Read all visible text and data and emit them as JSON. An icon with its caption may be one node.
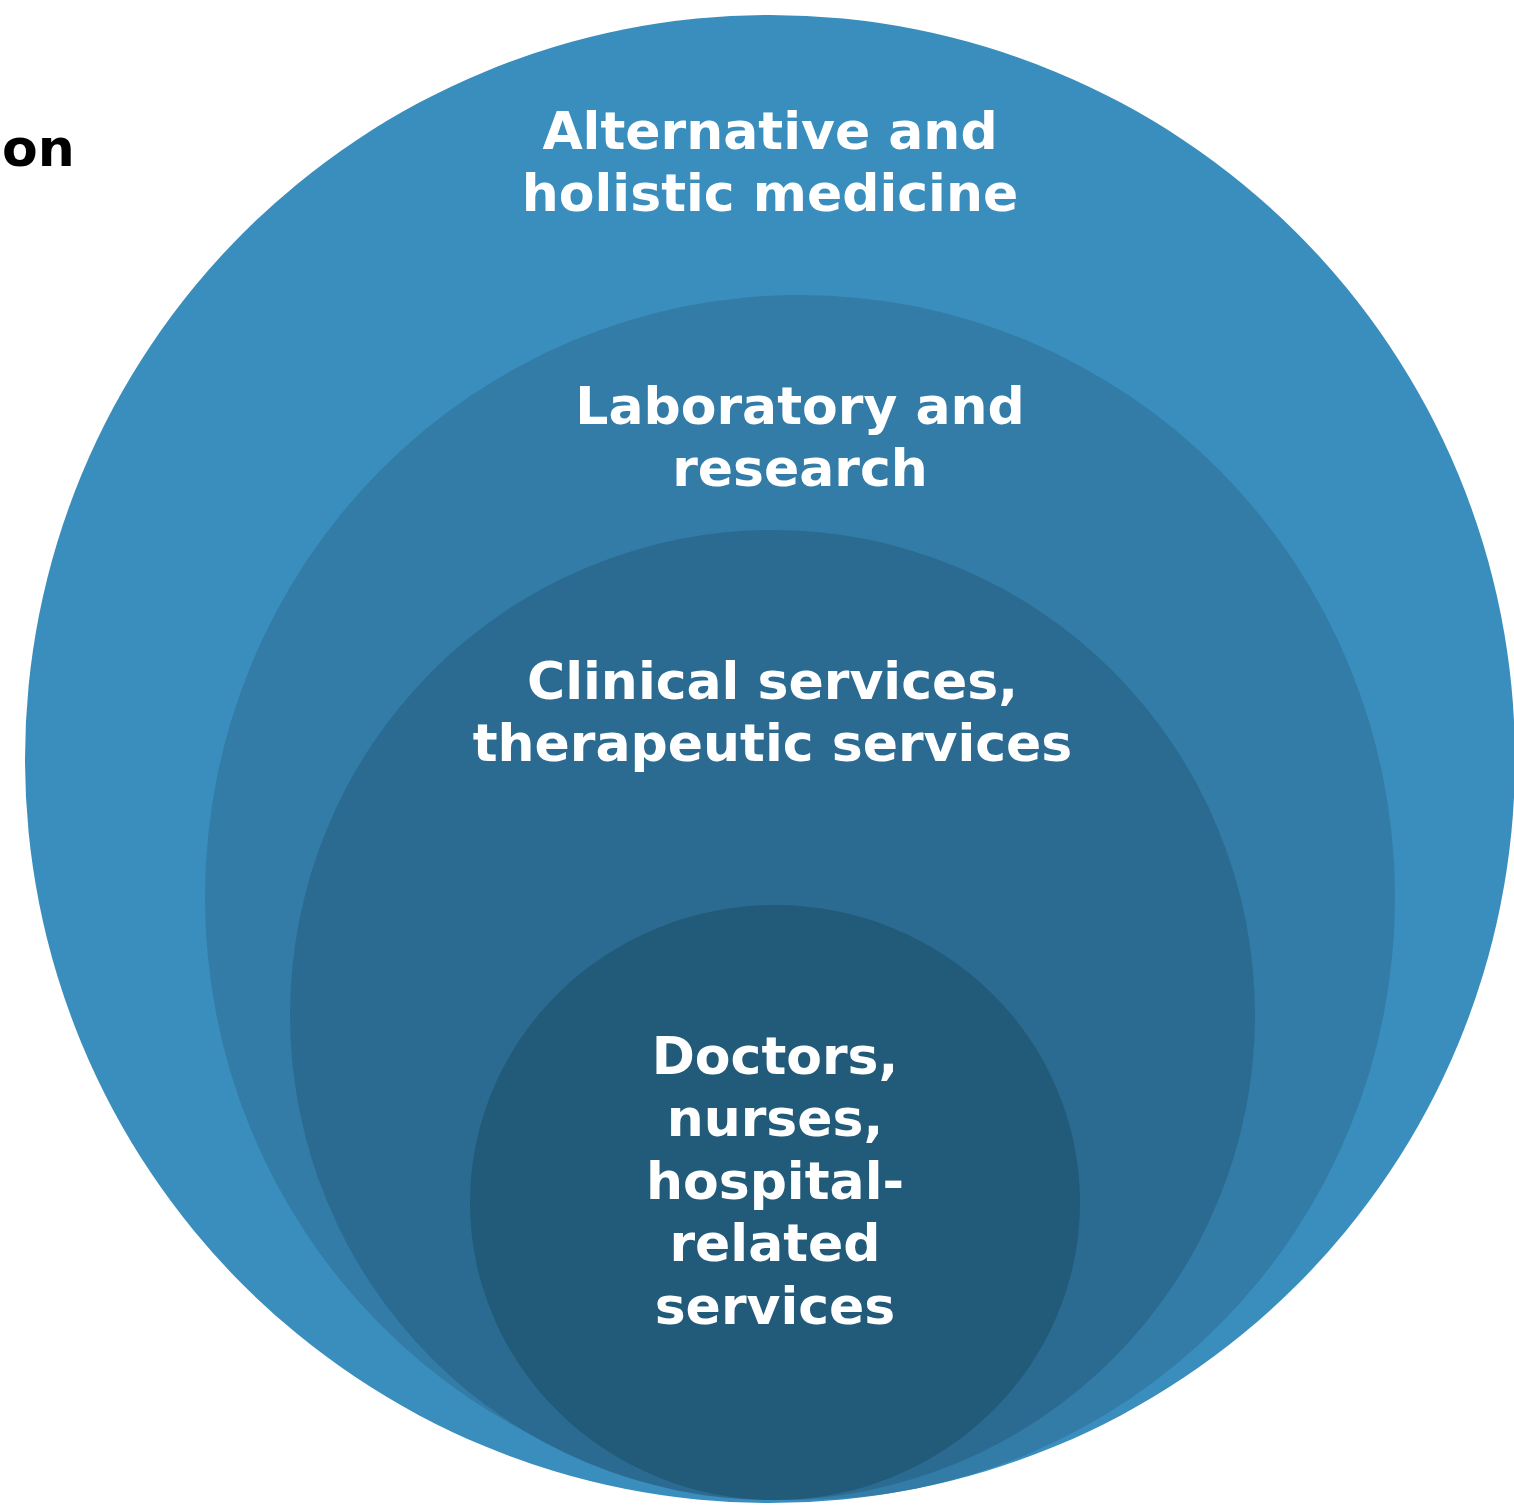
{
  "diagram": {
    "nodes": [
      {
        "text": [
          "Alternative and holistic medicine"
        ]
      },
      {
        "text": [
          "Laboratory and research"
        ],
        "in": 0
      },
      {
        "text": [
          "Clinical services, therapeutic services"
        ],
        "in": 1
      },
      {
        "text": [
          "Doctors, nurses, hospital-related services"
        ],
        "in": 2
      }
    ],
    "labels": [
      "on"
    ]
  }
}
